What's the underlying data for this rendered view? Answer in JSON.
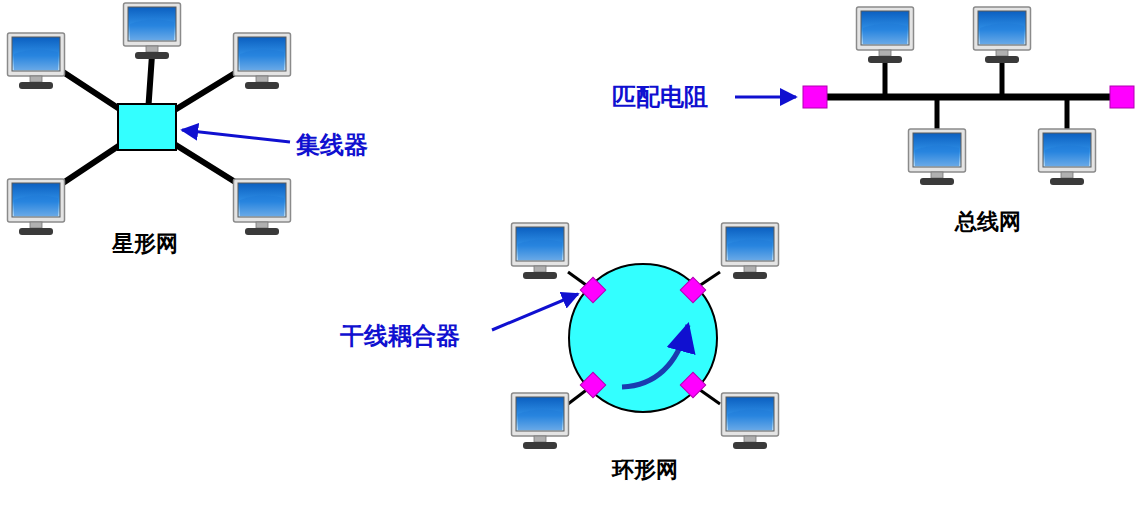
{
  "diagram": {
    "labels": [
      "集线器",
      "星形网",
      "匹配电阻",
      "总线网",
      "干线耦合器",
      "环形网"
    ]
  }
}
